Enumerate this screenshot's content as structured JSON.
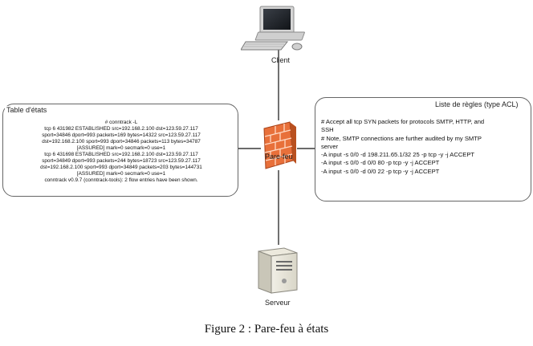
{
  "nodes": {
    "client": "Client",
    "firewall": "Pare-feu",
    "server": "Serveur"
  },
  "state_table": {
    "title": "Table d'états",
    "lines": [
      "# conntrack -L",
      "tcp      6 431982 ESTABLISHED src=192.168.2.100 dst=123.59.27.117",
      "sport=34846 dport=993 packets=169 bytes=14322 src=123.59.27.117",
      "dst=192.168.2.100 sport=993 dport=34846 packets=113 bytes=34787",
      "[ASSURED] mark=0 secmark=0 use=1",
      "tcp      6 431698 ESTABLISHED src=192.168.2.100 dst=123.59.27.117",
      "sport=34849 dport=993 packets=244 bytes=18723 src=123.59.27.117",
      "dst=192.168.2.100 sport=993 dport=34849 packets=203 bytes=144731",
      "[ASSURED] mark=0 secmark=0 use=1",
      "conntrack v0.9.7 (conntrack-tools): 2 flow entries have been shown."
    ]
  },
  "rule_list": {
    "title": "Liste de règles (type ACL)",
    "lines": [
      "# Accept all tcp SYN packets for protocols SMTP, HTTP, and",
      "SSH",
      "# Note, SMTP connections are further audited by my SMTP",
      "server",
      "-A input -s 0/0 -d 198.211.65.1/32 25 -p tcp -y -j ACCEPT",
      "-A input -s 0/0 -d 0/0 80 -p tcp -y -j ACCEPT",
      "-A input -s 0/0 -d 0/0 22 -p tcp -y -j ACCEPT"
    ]
  },
  "caption": "Figure 2 : Pare-feu à états",
  "colors": {
    "firewall_brick": "#e8703a",
    "line": "#111111",
    "panel_border": "#666666"
  }
}
